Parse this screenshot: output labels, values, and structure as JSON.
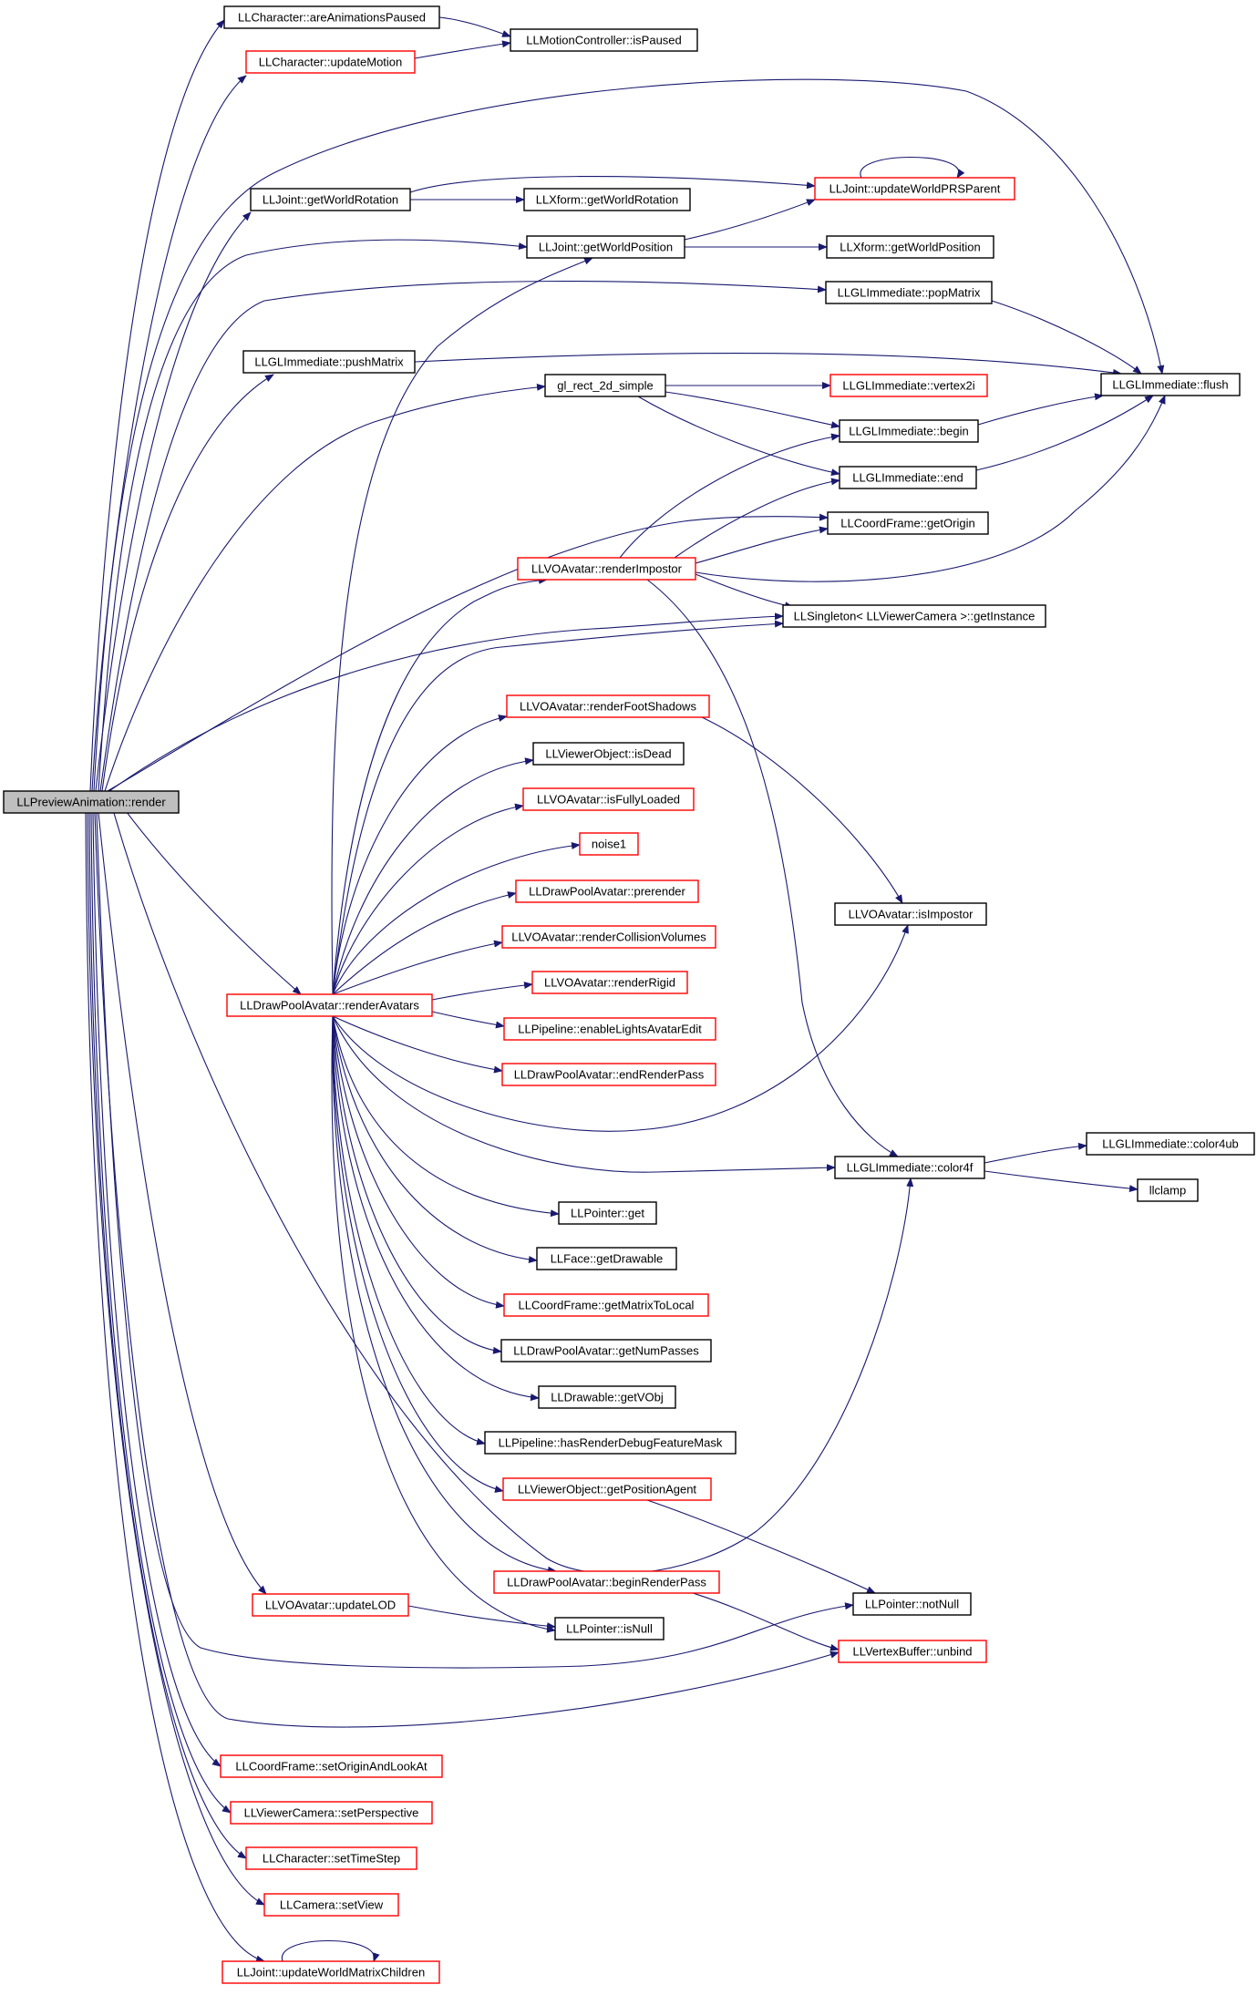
{
  "colors": {
    "edge": "#191970",
    "border_default": "#000000",
    "border_truncated": "#ff0000",
    "root_fill": "#bfbfbf",
    "node_fill": "#ffffff"
  },
  "nodes": [
    {
      "id": "root",
      "label": "LLPreviewAnimation::render",
      "style": "root"
    },
    {
      "id": "areAnimationsPaused",
      "label": "LLCharacter::areAnimationsPaused",
      "style": "black"
    },
    {
      "id": "updateMotion",
      "label": "LLCharacter::updateMotion",
      "style": "red"
    },
    {
      "id": "isPaused",
      "label": "LLMotionController::isPaused",
      "style": "black"
    },
    {
      "id": "jointGetWorldRotation",
      "label": "LLJoint::getWorldRotation",
      "style": "black"
    },
    {
      "id": "xformGetWorldRotation",
      "label": "LLXform::getWorldRotation",
      "style": "black"
    },
    {
      "id": "updateWorldPRSParent",
      "label": "LLJoint::updateWorldPRSParent",
      "style": "red"
    },
    {
      "id": "jointGetWorldPosition",
      "label": "LLJoint::getWorldPosition",
      "style": "black"
    },
    {
      "id": "xformGetWorldPosition",
      "label": "LLXform::getWorldPosition",
      "style": "black"
    },
    {
      "id": "popMatrix",
      "label": "LLGLImmediate::popMatrix",
      "style": "black"
    },
    {
      "id": "pushMatrix",
      "label": "LLGLImmediate::pushMatrix",
      "style": "black"
    },
    {
      "id": "flush",
      "label": "LLGLImmediate::flush",
      "style": "black"
    },
    {
      "id": "glRect2d",
      "label": "gl_rect_2d_simple",
      "style": "black"
    },
    {
      "id": "vertex2i",
      "label": "LLGLImmediate::vertex2i",
      "style": "red"
    },
    {
      "id": "begin",
      "label": "LLGLImmediate::begin",
      "style": "black"
    },
    {
      "id": "end",
      "label": "LLGLImmediate::end",
      "style": "black"
    },
    {
      "id": "getOrigin",
      "label": "LLCoordFrame::getOrigin",
      "style": "black"
    },
    {
      "id": "renderImpostor",
      "label": "LLVOAvatar::renderImpostor",
      "style": "red"
    },
    {
      "id": "getInstance",
      "label": "LLSingleton< LLViewerCamera >::getInstance",
      "style": "black"
    },
    {
      "id": "renderFootShadows",
      "label": "LLVOAvatar::renderFootShadows",
      "style": "red"
    },
    {
      "id": "isDead",
      "label": "LLViewerObject::isDead",
      "style": "black"
    },
    {
      "id": "isFullyLoaded",
      "label": "LLVOAvatar::isFullyLoaded",
      "style": "red"
    },
    {
      "id": "noise1",
      "label": "noise1",
      "style": "red"
    },
    {
      "id": "prerender",
      "label": "LLDrawPoolAvatar::prerender",
      "style": "red"
    },
    {
      "id": "isImpostor",
      "label": "LLVOAvatar::isImpostor",
      "style": "black"
    },
    {
      "id": "renderCollisionVolumes",
      "label": "LLVOAvatar::renderCollisionVolumes",
      "style": "red"
    },
    {
      "id": "renderRigid",
      "label": "LLVOAvatar::renderRigid",
      "style": "red"
    },
    {
      "id": "renderAvatars",
      "label": "LLDrawPoolAvatar::renderAvatars",
      "style": "red"
    },
    {
      "id": "enableLights",
      "label": "LLPipeline::enableLightsAvatarEdit",
      "style": "red"
    },
    {
      "id": "endRenderPass",
      "label": "LLDrawPoolAvatar::endRenderPass",
      "style": "red"
    },
    {
      "id": "color4ub",
      "label": "LLGLImmediate::color4ub",
      "style": "black"
    },
    {
      "id": "color4f",
      "label": "LLGLImmediate::color4f",
      "style": "black"
    },
    {
      "id": "llclamp",
      "label": "llclamp",
      "style": "black"
    },
    {
      "id": "pointerGet",
      "label": "LLPointer::get",
      "style": "black"
    },
    {
      "id": "getDrawable",
      "label": "LLFace::getDrawable",
      "style": "black"
    },
    {
      "id": "getMatrixToLocal",
      "label": "LLCoordFrame::getMatrixToLocal",
      "style": "red"
    },
    {
      "id": "getNumPasses",
      "label": "LLDrawPoolAvatar::getNumPasses",
      "style": "black"
    },
    {
      "id": "getVObj",
      "label": "LLDrawable::getVObj",
      "style": "black"
    },
    {
      "id": "hasRenderDebug",
      "label": "LLPipeline::hasRenderDebugFeatureMask",
      "style": "black"
    },
    {
      "id": "getPositionAgent",
      "label": "LLViewerObject::getPositionAgent",
      "style": "red"
    },
    {
      "id": "beginRenderPass",
      "label": "LLDrawPoolAvatar::beginRenderPass",
      "style": "red"
    },
    {
      "id": "notNull",
      "label": "LLPointer::notNull",
      "style": "black"
    },
    {
      "id": "updateLOD",
      "label": "LLVOAvatar::updateLOD",
      "style": "red"
    },
    {
      "id": "isNull",
      "label": "LLPointer::isNull",
      "style": "black"
    },
    {
      "id": "unbind",
      "label": "LLVertexBuffer::unbind",
      "style": "red"
    },
    {
      "id": "setOriginAndLookAt",
      "label": "LLCoordFrame::setOriginAndLookAt",
      "style": "red"
    },
    {
      "id": "setPerspective",
      "label": "LLViewerCamera::setPerspective",
      "style": "red"
    },
    {
      "id": "setTimeStep",
      "label": "LLCharacter::setTimeStep",
      "style": "red"
    },
    {
      "id": "setView",
      "label": "LLCamera::setView",
      "style": "red"
    },
    {
      "id": "updateWorldMatrixChildren",
      "label": "LLJoint::updateWorldMatrixChildren",
      "style": "red"
    }
  ],
  "edges": [
    [
      "root",
      "areAnimationsPaused"
    ],
    [
      "root",
      "updateMotion"
    ],
    [
      "root",
      "flush"
    ],
    [
      "root",
      "jointGetWorldRotation"
    ],
    [
      "root",
      "jointGetWorldPosition"
    ],
    [
      "root",
      "popMatrix"
    ],
    [
      "root",
      "pushMatrix"
    ],
    [
      "root",
      "glRect2d"
    ],
    [
      "root",
      "getOrigin"
    ],
    [
      "root",
      "getInstance"
    ],
    [
      "root",
      "renderAvatars"
    ],
    [
      "root",
      "color4f"
    ],
    [
      "root",
      "updateLOD"
    ],
    [
      "root",
      "notNull"
    ],
    [
      "root",
      "unbind"
    ],
    [
      "root",
      "setOriginAndLookAt"
    ],
    [
      "root",
      "setPerspective"
    ],
    [
      "root",
      "setTimeStep"
    ],
    [
      "root",
      "setView"
    ],
    [
      "root",
      "updateWorldMatrixChildren"
    ],
    [
      "areAnimationsPaused",
      "isPaused"
    ],
    [
      "updateMotion",
      "isPaused"
    ],
    [
      "jointGetWorldRotation",
      "xformGetWorldRotation"
    ],
    [
      "jointGetWorldRotation",
      "updateWorldPRSParent"
    ],
    [
      "jointGetWorldPosition",
      "updateWorldPRSParent"
    ],
    [
      "jointGetWorldPosition",
      "xformGetWorldPosition"
    ],
    [
      "updateWorldPRSParent",
      "updateWorldPRSParent"
    ],
    [
      "popMatrix",
      "flush"
    ],
    [
      "pushMatrix",
      "flush"
    ],
    [
      "glRect2d",
      "vertex2i"
    ],
    [
      "glRect2d",
      "begin"
    ],
    [
      "glRect2d",
      "end"
    ],
    [
      "begin",
      "flush"
    ],
    [
      "end",
      "flush"
    ],
    [
      "renderImpostor",
      "begin"
    ],
    [
      "renderImpostor",
      "end"
    ],
    [
      "renderImpostor",
      "getOrigin"
    ],
    [
      "renderImpostor",
      "flush"
    ],
    [
      "renderImpostor",
      "getInstance"
    ],
    [
      "renderImpostor",
      "color4f"
    ],
    [
      "renderAvatars",
      "jointGetWorldPosition"
    ],
    [
      "renderAvatars",
      "renderImpostor"
    ],
    [
      "renderAvatars",
      "getInstance"
    ],
    [
      "renderAvatars",
      "renderFootShadows"
    ],
    [
      "renderAvatars",
      "isDead"
    ],
    [
      "renderAvatars",
      "isFullyLoaded"
    ],
    [
      "renderAvatars",
      "noise1"
    ],
    [
      "renderAvatars",
      "prerender"
    ],
    [
      "renderAvatars",
      "renderCollisionVolumes"
    ],
    [
      "renderAvatars",
      "renderRigid"
    ],
    [
      "renderAvatars",
      "enableLights"
    ],
    [
      "renderAvatars",
      "endRenderPass"
    ],
    [
      "renderAvatars",
      "isImpostor"
    ],
    [
      "renderAvatars",
      "color4f"
    ],
    [
      "renderAvatars",
      "pointerGet"
    ],
    [
      "renderAvatars",
      "getDrawable"
    ],
    [
      "renderAvatars",
      "getMatrixToLocal"
    ],
    [
      "renderAvatars",
      "getNumPasses"
    ],
    [
      "renderAvatars",
      "getVObj"
    ],
    [
      "renderAvatars",
      "hasRenderDebug"
    ],
    [
      "renderAvatars",
      "getPositionAgent"
    ],
    [
      "renderAvatars",
      "beginRenderPass"
    ],
    [
      "renderAvatars",
      "isNull"
    ],
    [
      "renderFootShadows",
      "isImpostor"
    ],
    [
      "color4f",
      "color4ub"
    ],
    [
      "color4f",
      "llclamp"
    ],
    [
      "getPositionAgent",
      "notNull"
    ],
    [
      "beginRenderPass",
      "unbind"
    ],
    [
      "updateLOD",
      "isNull"
    ],
    [
      "updateWorldMatrixChildren",
      "updateWorldMatrixChildren"
    ]
  ]
}
